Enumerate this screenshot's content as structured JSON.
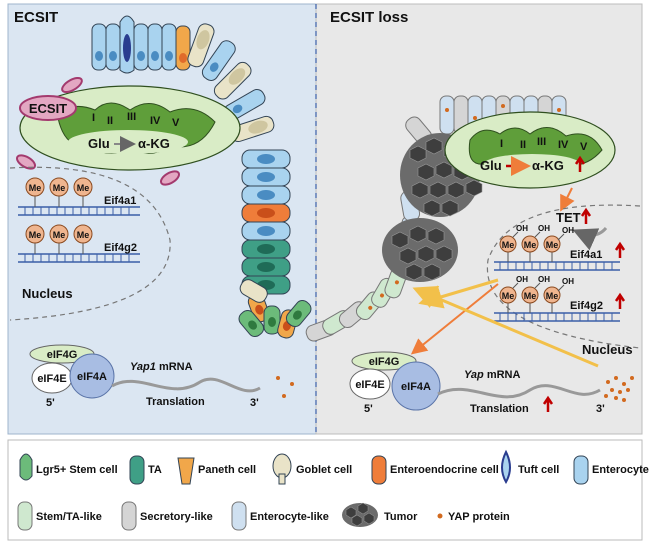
{
  "panels": {
    "left_title": "ECSIT",
    "right_title": "ECSIT loss"
  },
  "mito": {
    "ecsit_label": "ECSIT",
    "complexes": [
      "I",
      "II",
      "III",
      "IV",
      "V"
    ],
    "glu": "Glu",
    "akg": "α-KG"
  },
  "nucleus": {
    "label": "Nucleus",
    "me": "Me",
    "oh": "OH",
    "tet": "TET",
    "gene1": "Eif4a1",
    "gene2": "Eif4g2"
  },
  "translation": {
    "eif4g": "eIF4G",
    "eif4e": "eIF4E",
    "eif4a": "eIF4A",
    "five_prime": "5'",
    "three_prime": "3'",
    "left_mrna_italic": "Yap1",
    "right_mrna_italic": "Yap",
    "mrna_suffix": " mRNA",
    "translation_label": "Translation"
  },
  "legend": {
    "items": [
      "Lgr5+ Stem cell",
      "TA",
      "Paneth cell",
      "Goblet cell",
      "Enteroendocrine cell",
      "Tuft cell",
      "Enterocyte",
      "Stem/TA-like",
      "Secretory-like",
      "Enterocyte-like",
      "Tumor",
      "YAP protein"
    ]
  },
  "colors": {
    "left_bg": "#dbe6f2",
    "right_bg": "#e8e8e8",
    "mito_fill": "#d9ecc6",
    "cristae": "#5f9e3a",
    "enterocyte": "#a9d3ef",
    "stem": "#6cbb7a",
    "ta": "#3f9f86",
    "paneth": "#f1a74a",
    "enteroendocrine": "#ef7d3a",
    "tumor": "#555555",
    "yap": "#d26a1f",
    "up_arrow": "#c00000",
    "dna": "#3b5fa8"
  }
}
